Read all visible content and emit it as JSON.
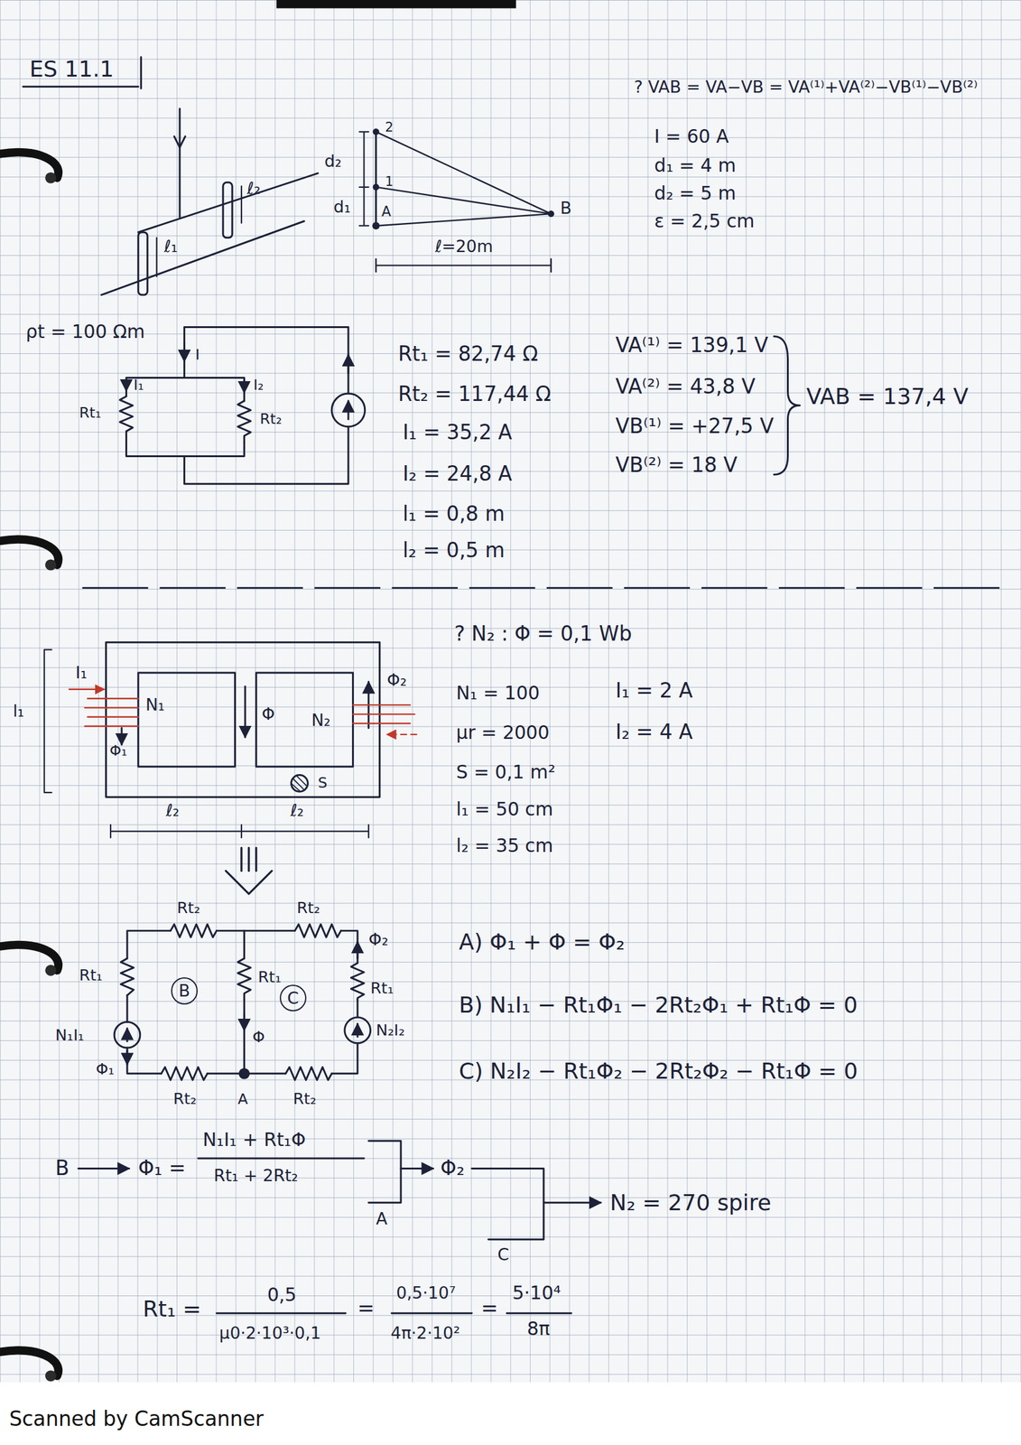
{
  "diagram": {
    "nodes": [
      {
        "text": [
          "B"
        ]
      },
      {
        "text": [
          "C"
        ]
      }
    ],
    "labels": [
      "ES 11.1",
      "2",
      "1",
      "A",
      "B",
      "d₂",
      "d₁",
      "ℓ₂",
      "ℓ₁",
      "ℓ=20m",
      "? VAB = VA−VB = VA⁽¹⁾+VA⁽²⁾−VB⁽¹⁾−VB⁽²⁾",
      "I = 60 A",
      "d₁ = 4 m",
      "d₂ = 5 m",
      "ε = 2,5 cm",
      "ρt = 100 Ωm",
      "I",
      "I₁",
      "Rt₁",
      "I₂",
      "Rt₂",
      "Rt₁ = 82,74 Ω",
      "Rt₂ = 117,44 Ω",
      "I₁ = 35,2 A",
      "I₂ = 24,8 A",
      "l₁ = 0,8 m",
      "l₂ = 0,5 m",
      "VA⁽¹⁾ = 139,1 V",
      "VA⁽²⁾ = 43,8 V",
      "VB⁽¹⁾ = +27,5 V",
      "VB⁽²⁾ = 18 V",
      "VAB = 137,4 V",
      "? N₂ : Φ = 0,1 Wb",
      "N₁ = 100",
      "μr = 2000",
      "S = 0,1 m²",
      "l₁ = 50 cm",
      "l₂ = 35 cm",
      "I₁ = 2 A",
      "I₂ = 4 A",
      "I₁",
      "N₁",
      "Φ",
      "N₂",
      "Φ₂",
      "Φ₁",
      "S",
      "l₁",
      "ℓ₂",
      "ℓ₂",
      "Rt₂",
      "Rt₂",
      "Φ₂",
      "Rt₁",
      "Rt₁",
      "Rt₁",
      "N₁I₁",
      "N₂I₂",
      "Φ₁",
      "Φ",
      "A",
      "Rt₂",
      "Rt₂",
      "A) Φ₁ + Φ = Φ₂",
      "B) N₁I₁ − Rt₁Φ₁ − 2Rt₂Φ₁ + Rt₁Φ = 0",
      "C) N₂I₂ − Rt₁Φ₂ − 2Rt₂Φ₂ − Rt₁Φ = 0",
      "B",
      "Φ₁ =",
      "N₁I₁ + Rt₁Φ",
      "Rt₁ + 2Rt₂",
      "A",
      "Φ₂",
      "C",
      "N₂ = 270 spire",
      "Rt₁ =",
      "0,5",
      "μ0·2·10³·0,1",
      "=",
      "0,5·10⁷",
      "4π·2·10²",
      "=",
      "5·10⁴",
      "8π",
      "Scanned by CamScanner"
    ]
  }
}
